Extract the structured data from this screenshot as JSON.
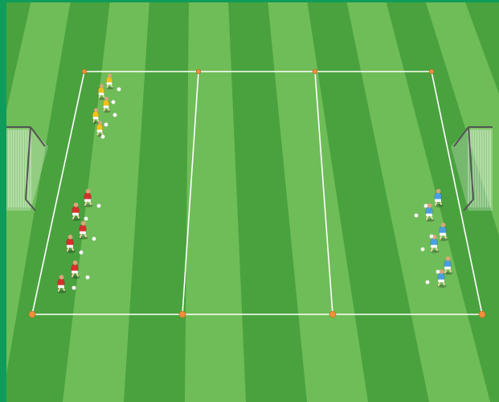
{
  "pitch": {
    "stripe_light": "#6fbd58",
    "stripe_dark": "#4aa23f",
    "border_color": "#0f9c5a",
    "line_color": "#ffffff",
    "zones": 3
  },
  "markers": {
    "color": "#f0903a",
    "count": 8
  },
  "goals": {
    "count": 2,
    "sides": [
      "left",
      "right"
    ]
  },
  "teams": [
    {
      "id": "yellow",
      "kit": "#f2c21b",
      "players": 5,
      "balls": 5
    },
    {
      "id": "red",
      "kit": "#d6302b",
      "players": 6,
      "balls": 6
    },
    {
      "id": "blue",
      "kit": "#4a9fe0",
      "players": 6,
      "balls": 6
    }
  ]
}
